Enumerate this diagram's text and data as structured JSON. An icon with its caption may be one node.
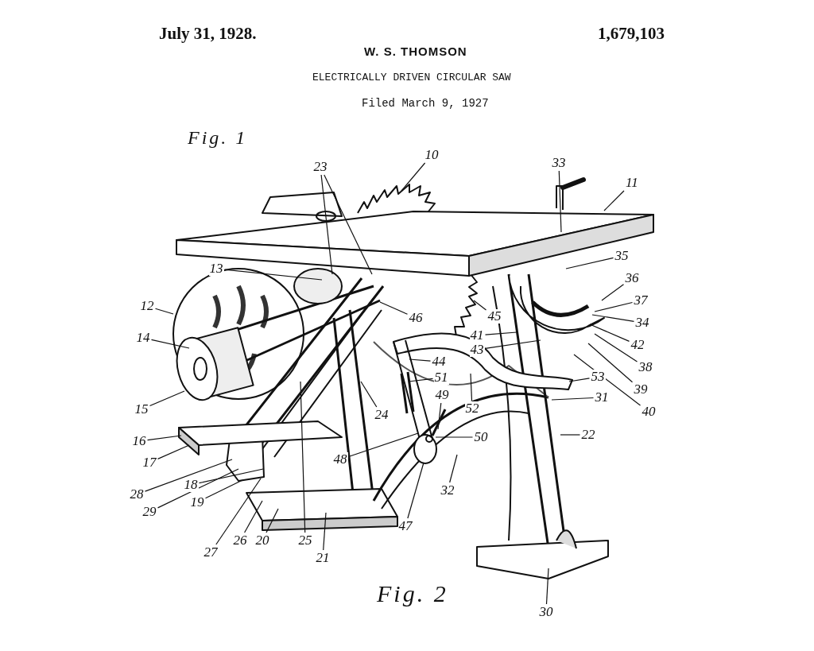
{
  "diagram": {
    "title": "ELECTRICALLY DRIVEN CIRCULAR SAW",
    "nodes": [
      {
        "text": [
          "23"
        ]
      },
      {
        "text": [
          "10"
        ]
      },
      {
        "text": [
          "33"
        ]
      },
      {
        "text": [
          "11"
        ]
      },
      {
        "text": [
          "13"
        ]
      },
      {
        "text": [
          "35"
        ]
      },
      {
        "text": [
          "36"
        ]
      },
      {
        "text": [
          "12"
        ]
      },
      {
        "text": [
          "37"
        ]
      },
      {
        "text": [
          "46"
        ]
      },
      {
        "text": [
          "45"
        ]
      },
      {
        "text": [
          "34"
        ]
      },
      {
        "text": [
          "41"
        ]
      },
      {
        "text": [
          "14"
        ]
      },
      {
        "text": [
          "42"
        ]
      },
      {
        "text": [
          "43"
        ]
      },
      {
        "text": [
          "38"
        ]
      },
      {
        "text": [
          "44"
        ]
      },
      {
        "text": [
          "51"
        ]
      },
      {
        "text": [
          "39"
        ]
      },
      {
        "text": [
          "53"
        ]
      },
      {
        "text": [
          "49"
        ]
      },
      {
        "text": [
          "52"
        ]
      },
      {
        "text": [
          "31"
        ]
      },
      {
        "text": [
          "40"
        ]
      },
      {
        "text": [
          "15"
        ]
      },
      {
        "text": [
          "24"
        ]
      },
      {
        "text": [
          "22"
        ]
      },
      {
        "text": [
          "50"
        ]
      },
      {
        "text": [
          "16"
        ]
      },
      {
        "text": [
          "48"
        ]
      },
      {
        "text": [
          "17"
        ]
      },
      {
        "text": [
          "18"
        ]
      },
      {
        "text": [
          "32"
        ]
      },
      {
        "text": [
          "28"
        ]
      },
      {
        "text": [
          "19"
        ]
      },
      {
        "text": [
          "29"
        ]
      },
      {
        "text": [
          "26"
        ]
      },
      {
        "text": [
          "20"
        ]
      },
      {
        "text": [
          "25"
        ]
      },
      {
        "text": [
          "27"
        ]
      },
      {
        "text": [
          "21"
        ]
      },
      {
        "text": [
          "47"
        ]
      },
      {
        "text": [
          "30"
        ]
      }
    ],
    "edges": [
      {
        "from": 0,
        "to": null,
        "arrow": "none"
      },
      {
        "from": 0,
        "to": null,
        "arrow": "none"
      },
      {
        "from": 1,
        "to": null,
        "arrow": "none"
      },
      {
        "from": 2,
        "to": null,
        "arrow": "none"
      },
      {
        "from": 3,
        "to": null,
        "arrow": "none"
      },
      {
        "from": 4,
        "to": null,
        "arrow": "none"
      },
      {
        "from": 5,
        "to": null,
        "arrow": "none"
      },
      {
        "from": 6,
        "to": null,
        "arrow": "none"
      },
      {
        "from": 7,
        "to": null,
        "arrow": "none"
      },
      {
        "from": 8,
        "to": null,
        "arrow": "none"
      },
      {
        "from": 9,
        "to": null,
        "arrow": "none"
      },
      {
        "from": 10,
        "to": null,
        "arrow": "none"
      },
      {
        "from": 11,
        "to": null,
        "arrow": "none"
      },
      {
        "from": 12,
        "to": null,
        "arrow": "none"
      },
      {
        "from": 13,
        "to": null,
        "arrow": "none"
      },
      {
        "from": 14,
        "to": null,
        "arrow": "none"
      },
      {
        "from": 15,
        "to": null,
        "arrow": "none"
      },
      {
        "from": 16,
        "to": null,
        "arrow": "none"
      },
      {
        "from": 17,
        "to": null,
        "arrow": "none"
      },
      {
        "from": 18,
        "to": null,
        "arrow": "none"
      },
      {
        "from": 19,
        "to": null,
        "arrow": "none"
      },
      {
        "from": 20,
        "to": null,
        "arrow": "none"
      },
      {
        "from": 21,
        "to": null,
        "arrow": "none"
      },
      {
        "from": 22,
        "to": null,
        "arrow": "none"
      },
      {
        "from": 23,
        "to": null,
        "arrow": "none"
      },
      {
        "from": 24,
        "to": null,
        "arrow": "none"
      },
      {
        "from": 25,
        "to": null,
        "arrow": "none"
      },
      {
        "from": 26,
        "to": null,
        "arrow": "none"
      },
      {
        "from": 27,
        "to": null,
        "arrow": "none"
      },
      {
        "from": 28,
        "to": null,
        "arrow": "none"
      },
      {
        "from": 29,
        "to": null,
        "arrow": "none"
      },
      {
        "from": 30,
        "to": null,
        "arrow": "none"
      },
      {
        "from": 31,
        "to": null,
        "arrow": "none"
      },
      {
        "from": 32,
        "to": null,
        "arrow": "none"
      },
      {
        "from": 33,
        "to": null,
        "arrow": "none"
      },
      {
        "from": 34,
        "to": null,
        "arrow": "none"
      },
      {
        "from": 35,
        "to": null,
        "arrow": "none"
      },
      {
        "from": 36,
        "to": null,
        "arrow": "none"
      },
      {
        "from": 37,
        "to": null,
        "arrow": "none"
      },
      {
        "from": 38,
        "to": null,
        "arrow": "none"
      },
      {
        "from": 39,
        "to": null,
        "arrow": "none"
      },
      {
        "from": 40,
        "to": null,
        "arrow": "none"
      },
      {
        "from": 41,
        "to": null,
        "arrow": "none"
      },
      {
        "from": 42,
        "to": null,
        "arrow": "none"
      },
      {
        "from": 43,
        "to": null,
        "arrow": "none"
      }
    ],
    "labels": [
      "July 31, 1928.",
      "1,679,103",
      "W. S. THOMSON",
      "Filed March 9, 1927",
      "Fig. 1",
      "Fig. 2"
    ]
  }
}
